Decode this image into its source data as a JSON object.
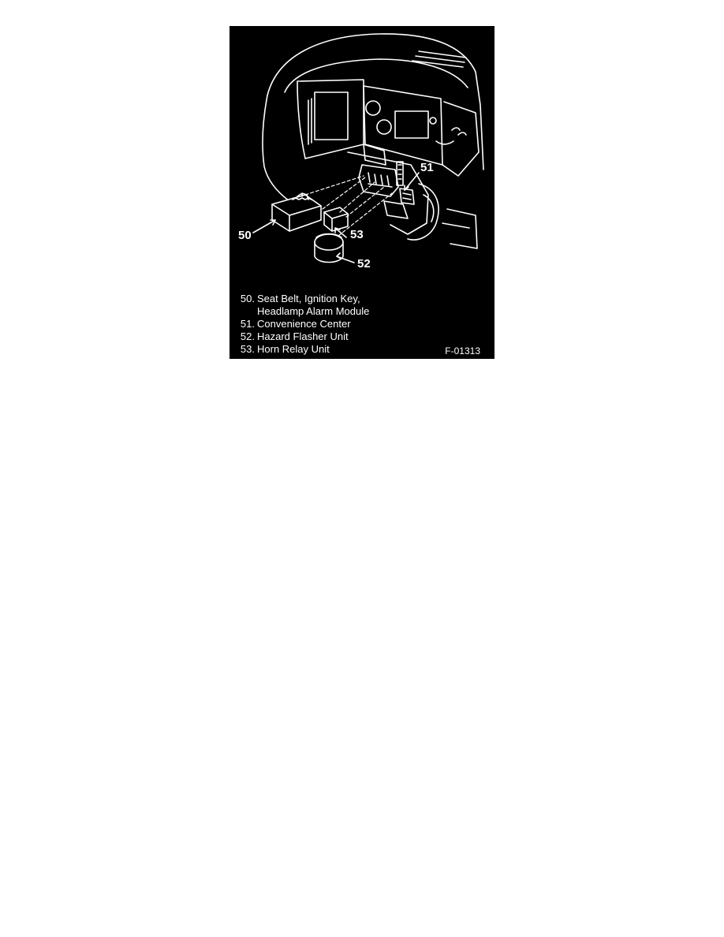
{
  "diagram": {
    "callouts": {
      "c50": "50",
      "c51": "51",
      "c52": "52",
      "c53": "53"
    },
    "legend": [
      {
        "num": "50.",
        "text": "Seat Belt, Ignition Key,",
        "cont": "Headlamp Alarm Module"
      },
      {
        "num": "51.",
        "text": "Convenience Center"
      },
      {
        "num": "52.",
        "text": "Hazard Flasher Unit"
      },
      {
        "num": "53.",
        "text": "Horn Relay Unit"
      }
    ],
    "figure_id": "F-01313",
    "colors": {
      "background": "#000000",
      "line": "#ffffff",
      "page": "#ffffff"
    }
  }
}
